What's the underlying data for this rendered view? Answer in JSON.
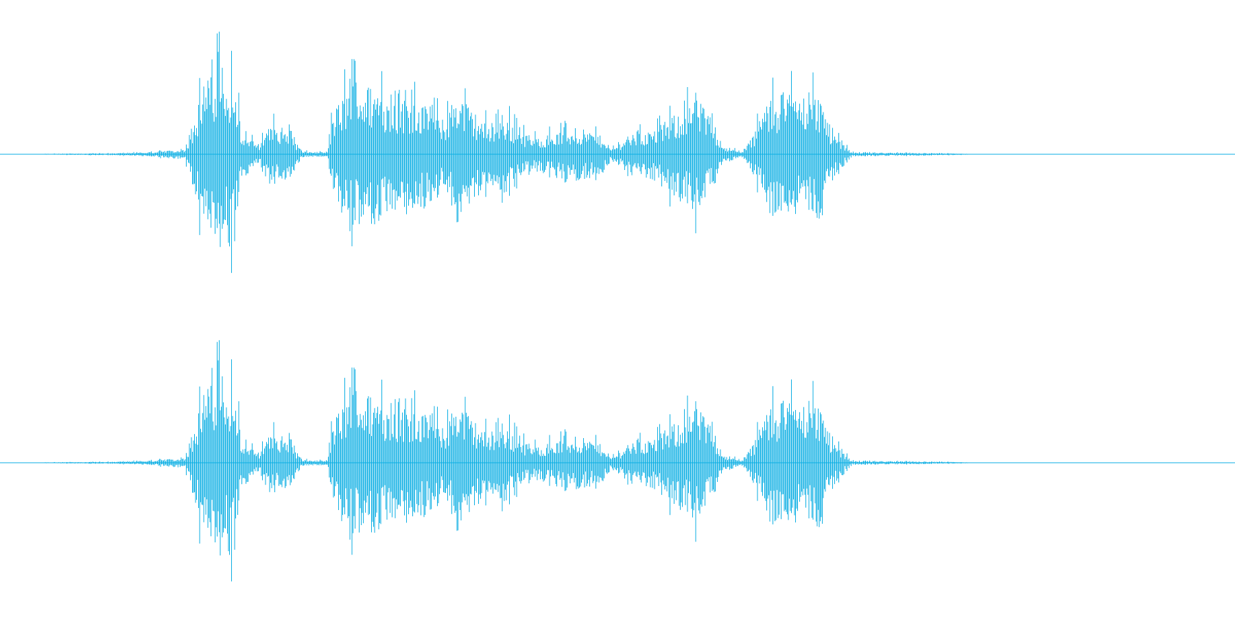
{
  "waveform": {
    "color": "#0aaee3",
    "channel_count": 2,
    "envelope": [
      [
        0.0,
        0.0
      ],
      [
        0.09,
        0.01
      ],
      [
        0.12,
        0.02
      ],
      [
        0.15,
        0.05
      ],
      [
        0.16,
        0.5
      ],
      [
        0.17,
        0.92
      ],
      [
        0.18,
        1.0
      ],
      [
        0.19,
        0.85
      ],
      [
        0.195,
        0.25
      ],
      [
        0.21,
        0.1
      ],
      [
        0.22,
        0.32
      ],
      [
        0.235,
        0.22
      ],
      [
        0.245,
        0.03
      ],
      [
        0.265,
        0.02
      ],
      [
        0.27,
        0.45
      ],
      [
        0.285,
        0.75
      ],
      [
        0.31,
        0.7
      ],
      [
        0.315,
        0.55
      ],
      [
        0.335,
        0.6
      ],
      [
        0.36,
        0.35
      ],
      [
        0.37,
        0.68
      ],
      [
        0.38,
        0.5
      ],
      [
        0.395,
        0.3
      ],
      [
        0.41,
        0.38
      ],
      [
        0.43,
        0.16
      ],
      [
        0.455,
        0.24
      ],
      [
        0.475,
        0.26
      ],
      [
        0.49,
        0.17
      ],
      [
        0.495,
        0.05
      ],
      [
        0.51,
        0.2
      ],
      [
        0.53,
        0.26
      ],
      [
        0.55,
        0.45
      ],
      [
        0.565,
        0.58
      ],
      [
        0.575,
        0.4
      ],
      [
        0.585,
        0.1
      ],
      [
        0.6,
        0.02
      ],
      [
        0.61,
        0.2
      ],
      [
        0.62,
        0.55
      ],
      [
        0.64,
        0.62
      ],
      [
        0.665,
        0.62
      ],
      [
        0.673,
        0.25
      ],
      [
        0.69,
        0.02
      ],
      [
        0.76,
        0.01
      ],
      [
        0.8,
        0.0
      ],
      [
        1.0,
        0.0
      ]
    ]
  }
}
